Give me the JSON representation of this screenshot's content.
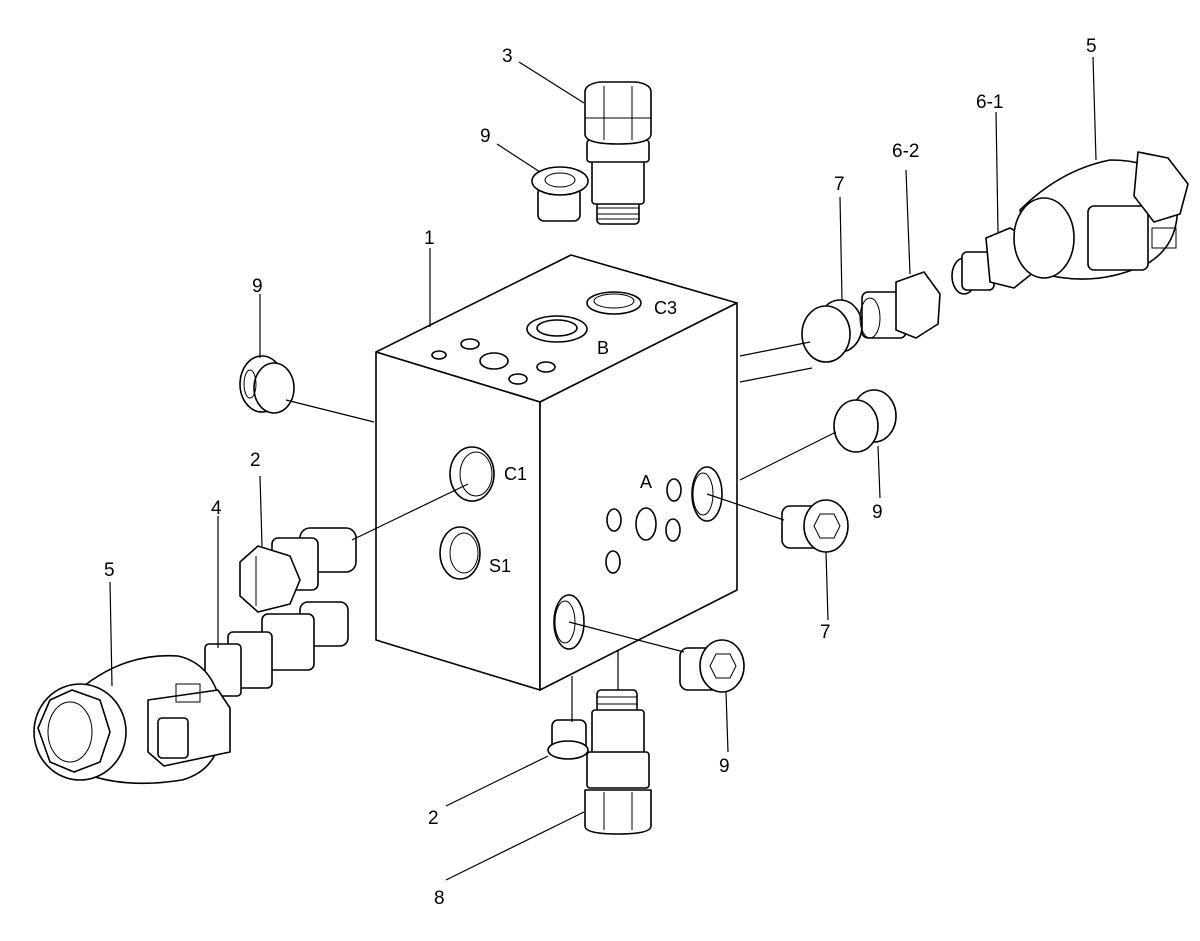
{
  "callouts": {
    "c1": "1",
    "c2_left": "2",
    "c2_bottom": "2",
    "c3": "3",
    "c4": "4",
    "c5_left": "5",
    "c5_right": "5",
    "c6_1": "6-1",
    "c6_2": "6-2",
    "c7_top": "7",
    "c7_right": "7",
    "c8": "8",
    "c9_top": "9",
    "c9_left": "9",
    "c9_right": "9",
    "c9_bottom": "9"
  },
  "ports": {
    "b": "B",
    "c3": "C3",
    "c1": "C1",
    "s1": "S1",
    "a": "A"
  }
}
